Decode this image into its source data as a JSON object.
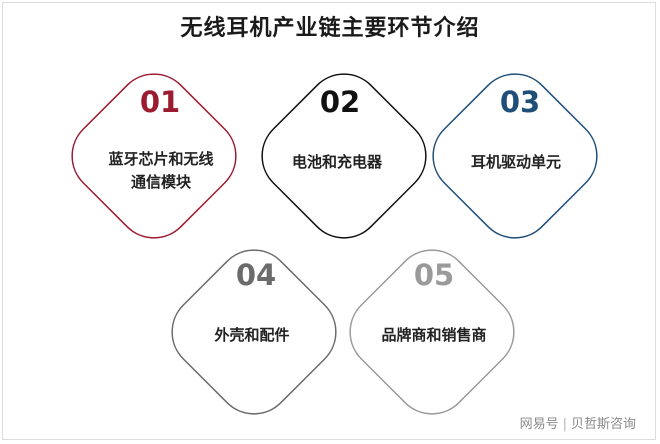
{
  "title": "无线耳机产业链主要环节介绍",
  "colors": {
    "item1": "#9b1b30",
    "item2": "#111111",
    "item3": "#1f4e79",
    "item4": "#6b6b6b",
    "item5": "#9a9a9a"
  },
  "items": [
    {
      "num": "01",
      "lines": [
        "蓝牙芯片和无线",
        "通信模块"
      ]
    },
    {
      "num": "02",
      "lines": [
        "电池和充电器"
      ]
    },
    {
      "num": "03",
      "lines": [
        "耳机驱动单元"
      ]
    },
    {
      "num": "04",
      "lines": [
        "外壳和配件"
      ]
    },
    {
      "num": "05",
      "lines": [
        "品牌商和销售商"
      ]
    }
  ],
  "footer": {
    "platform": "网易号",
    "separator": "|",
    "source": "贝哲斯咨询"
  }
}
